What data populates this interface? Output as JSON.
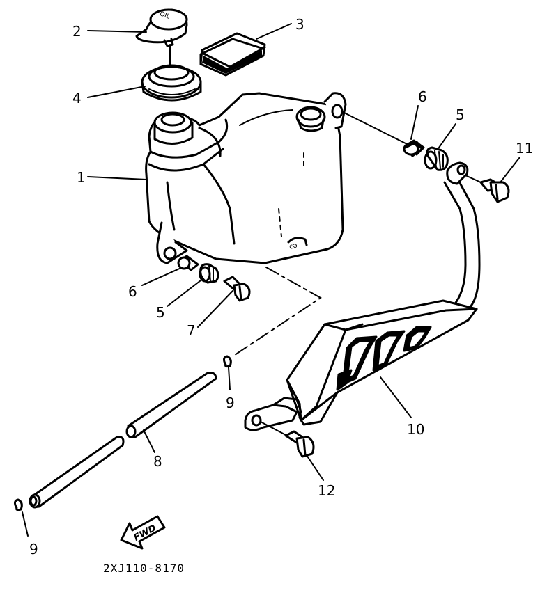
{
  "diagram": {
    "part_code": "2XJ110-8170",
    "direction_label": "FWD",
    "callouts": {
      "tank": "1",
      "cap": "2",
      "pad": "3",
      "grommet": "4",
      "collar_right": "6",
      "damper_right": "5",
      "bolt_right": "11",
      "collar_left": "6",
      "damper_left": "5",
      "bolt_left": "7",
      "clip_upper": "9",
      "hose": "8",
      "clip_lower": "9",
      "bracket": "10",
      "bolt_bracket": "12"
    }
  }
}
